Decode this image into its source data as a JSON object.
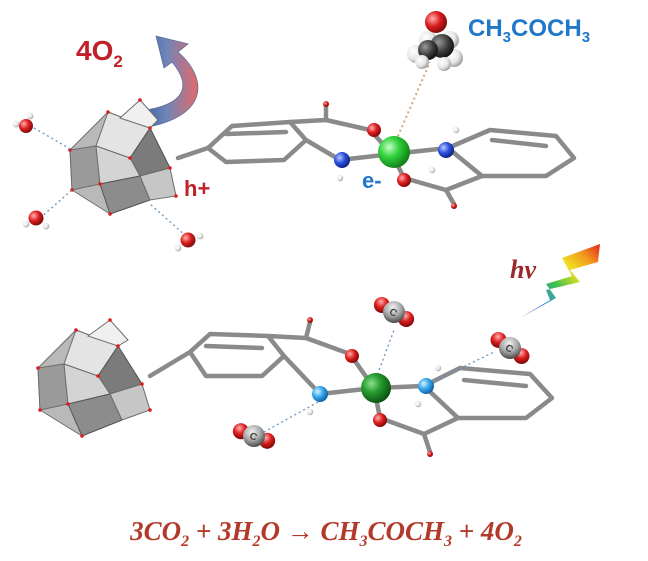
{
  "labels": {
    "o2_num": "4O",
    "o2_sub": "2",
    "hplus": "h+",
    "eminus": "e-",
    "acetone_a": "CH",
    "acetone_sub1": "3",
    "acetone_b": "COCH",
    "acetone_sub2": "3",
    "hv": "hv",
    "co2_atoms": "C"
  },
  "equation": {
    "t1": "3CO",
    "s1": "2",
    "t2": " + 3H",
    "s2": "2",
    "t3": "O  →  CH",
    "s3": "3",
    "t4": "COCH",
    "s4": "3",
    "t5": "  + 4O",
    "s5": "2"
  },
  "colors": {
    "red_text": "#c0202a",
    "blue_text": "#1f78c8",
    "equation": "#b33a2a",
    "bond_gray": "#8a8a8a",
    "metal_green": "#2fc23a",
    "nitrogen_blue": "#2255dd",
    "oxygen_red": "#d81e1e",
    "arrow_blue": "#2c5ea8"
  }
}
